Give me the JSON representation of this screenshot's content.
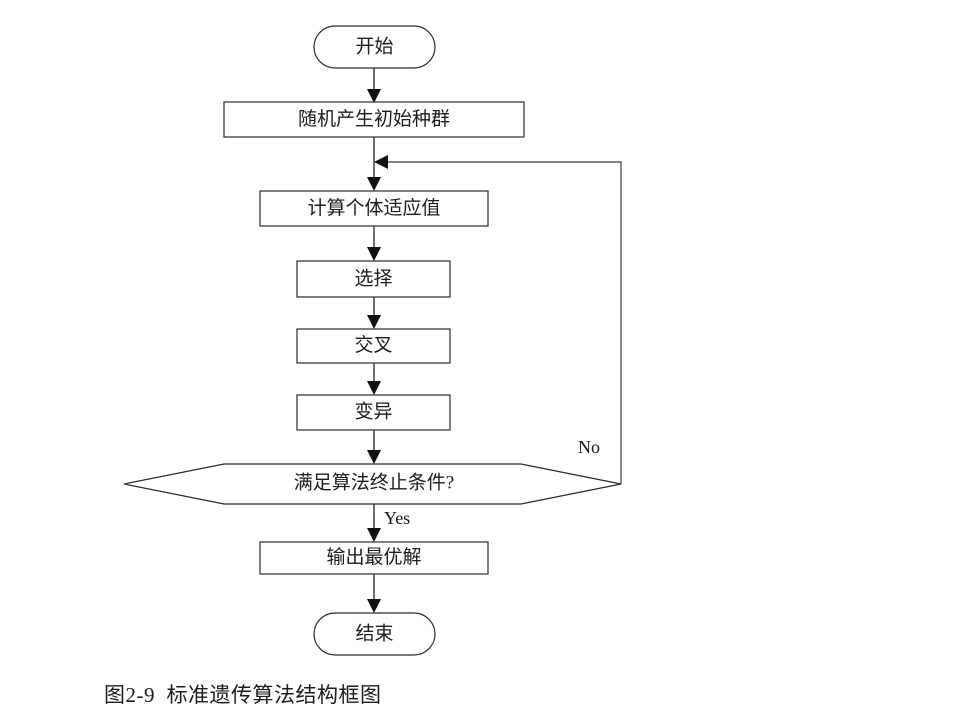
{
  "figure": {
    "caption": "图2-9  标准遗传算法结构框图",
    "background_color": "#ffffff",
    "line_color": "#2b2b2b",
    "connector_color": "#6e6e6e",
    "text_color": "#1c1c1c"
  },
  "nodes": {
    "start": {
      "label": "开始",
      "shape": "terminator"
    },
    "init_population": {
      "label": "随机产生初始种群",
      "shape": "process"
    },
    "fitness": {
      "label": "计算个体适应值",
      "shape": "process"
    },
    "selection": {
      "label": "选择",
      "shape": "process"
    },
    "crossover": {
      "label": "交叉",
      "shape": "process"
    },
    "mutation": {
      "label": "变异",
      "shape": "process"
    },
    "decision": {
      "label": "满足算法终止条件?",
      "shape": "decision-hexagon"
    },
    "output": {
      "label": "输出最优解",
      "shape": "process"
    },
    "end": {
      "label": "结束",
      "shape": "terminator"
    }
  },
  "edge_labels": {
    "no": "No",
    "yes": "Yes"
  }
}
